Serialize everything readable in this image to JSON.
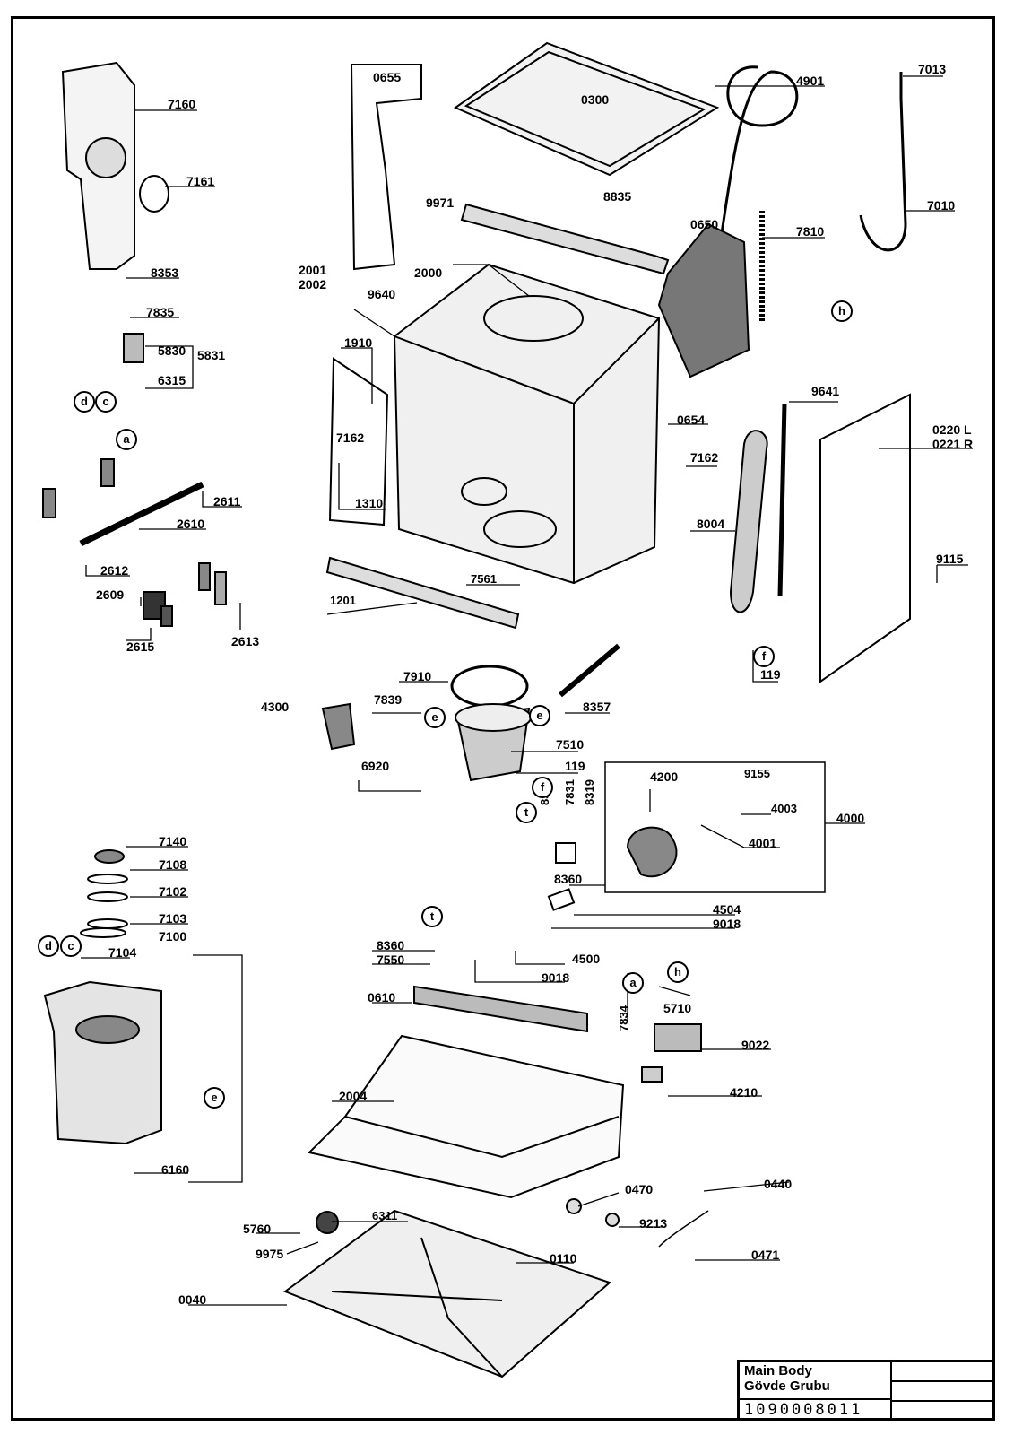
{
  "labels": {
    "l7160": "7160",
    "l7161": "7161",
    "l8353": "8353",
    "l7835": "7835",
    "l5830": "5830",
    "l5831": "5831",
    "l6315": "6315",
    "l0655": "0655",
    "l0300": "0300",
    "l4901": "4901",
    "l7013": "7013",
    "l9971": "9971",
    "l8835": "8835",
    "l0650": "0650",
    "l7810": "7810",
    "l7010": "7010",
    "l2001": "2001",
    "l2002": "2002",
    "l2000": "2000",
    "l9640": "9640",
    "l1910": "1910",
    "l7162a": "7162",
    "l1310": "1310",
    "l0654": "0654",
    "l9641": "9641",
    "l0220": "0220 L",
    "l0221": "0221 R",
    "l7162b": "7162",
    "l8004": "8004",
    "l9115": "9115",
    "l2611": "2611",
    "l2610": "2610",
    "l2612": "2612",
    "l2609": "2609",
    "l2615": "2615",
    "l2613": "2613",
    "l1201": "1201",
    "l7561": "7561",
    "l119a": "119",
    "l7910": "7910",
    "l4300": "4300",
    "l7839": "7839",
    "l8357": "8357",
    "l7510": "7510",
    "l119b": "119",
    "l6920": "6920",
    "l8358": "8358",
    "l7831": "7831",
    "l8319": "8319",
    "l4200": "4200",
    "l9155": "9155",
    "l4003": "4003",
    "l4000": "4000",
    "l4001": "4001",
    "l8360a": "8360",
    "l4504": "4504",
    "l9018a": "9018",
    "l7140": "7140",
    "l7108": "7108",
    "l7102": "7102",
    "l7103": "7103",
    "l7104": "7104",
    "l7100": "7100",
    "l8360b": "8360",
    "l7550": "7550",
    "l4500": "4500",
    "l9018b": "9018",
    "l5710": "5710",
    "l7834": "7834",
    "l0610": "0610",
    "l9022": "9022",
    "l2004": "2004",
    "l4210": "4210",
    "l6160": "6160",
    "l0470": "0470",
    "l0440": "0440",
    "l5760": "5760",
    "l6311": "6311",
    "l9213": "9213",
    "l9975": "9975",
    "l0110": "0110",
    "l0471": "0471",
    "l0040": "0040"
  },
  "callouts": {
    "d1": "d",
    "c1": "c",
    "a1": "a",
    "h1": "h",
    "f1": "f",
    "e1": "e",
    "e2": "e",
    "f2": "f",
    "t1": "t",
    "t2": "t",
    "d2": "d",
    "c2": "c",
    "e3": "e",
    "a2": "a",
    "h2": "h"
  },
  "title_block": {
    "name_en": "Main Body",
    "name_tr": "Gövde Grubu",
    "code": "1090008011"
  }
}
